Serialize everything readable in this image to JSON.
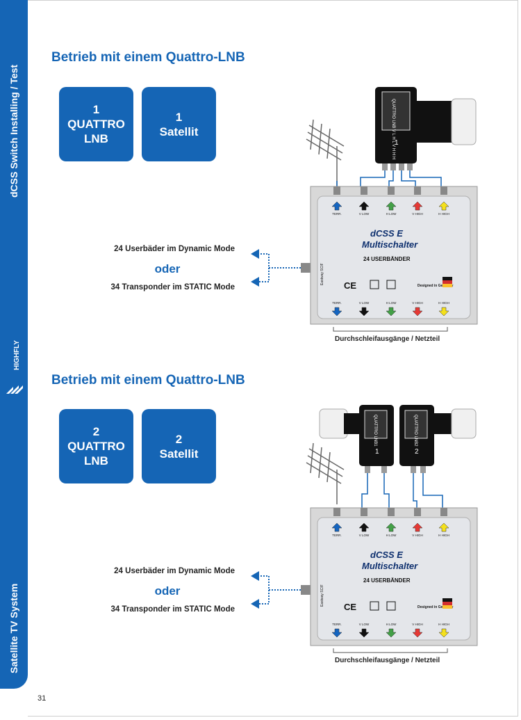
{
  "sidebar": {
    "top_label": "dCSS Switch Installing / Test",
    "brand": "HIGHFLY",
    "bottom_label": "Satellite TV System"
  },
  "page_number": "31",
  "sections": [
    {
      "heading": "Betrieb mit einem Quattro-LNB",
      "box1": [
        "1",
        "QUATTRO",
        "LNB"
      ],
      "box2": [
        "1",
        "Satellit"
      ],
      "dynamic_text": "24 Userbäder im Dynamic Mode",
      "oder": "oder",
      "static_text": "34 Transponder im STATIC Mode",
      "caption": "Durchschleifausgänge / Netzteil",
      "lnbs": [
        {
          "label": "1",
          "sticker": "QUATTRO LNB V L H L V H H H"
        }
      ]
    },
    {
      "heading": "Betrieb mit einem Quattro-LNB",
      "box1": [
        "2",
        "QUATTRO",
        "LNB"
      ],
      "box2": [
        "2",
        "Satellit"
      ],
      "dynamic_text": "24 Userbäder im Dynamic Mode",
      "oder": "oder",
      "static_text": "34 Transponder im STATIC Mode",
      "caption": "Durchschleifausgänge / Netzteil",
      "lnbs": [
        {
          "label": "1",
          "sticker": "QUATTRO LNB1"
        },
        {
          "label": "2",
          "sticker": "QUATTRO LNB2"
        }
      ]
    }
  ],
  "device": {
    "name_line1": "dCSS E",
    "name_line2": "Multischalter",
    "sub": "24 USERBÄNDER",
    "made": "Designed in Germany",
    "input_side": "Eastway SCIF",
    "port_labels": [
      "TERR.",
      "V LOW",
      "H LOW",
      "V HIGH",
      "H HIGH"
    ],
    "port_colors": [
      "#1565c0",
      "#111111",
      "#43a047",
      "#e53935",
      "#f4e01c"
    ]
  },
  "colors": {
    "accent": "#1565b5"
  }
}
